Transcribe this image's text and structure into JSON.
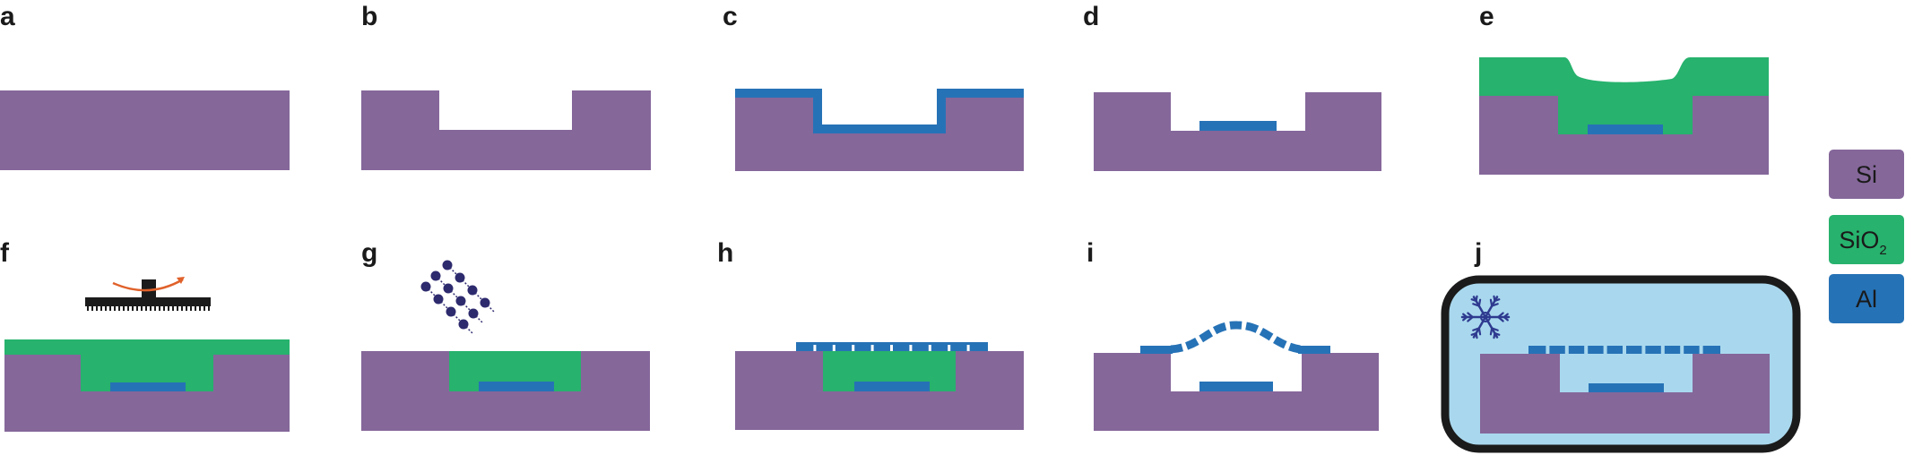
{
  "panels": [
    {
      "label": "a"
    },
    {
      "label": "b"
    },
    {
      "label": "c"
    },
    {
      "label": "d"
    },
    {
      "label": "e"
    },
    {
      "label": "f"
    },
    {
      "label": "g"
    },
    {
      "label": "h"
    },
    {
      "label": "i"
    },
    {
      "label": "j"
    }
  ],
  "legend": {
    "items": [
      {
        "label": "Si",
        "color": "#85679a"
      },
      {
        "label": "SiO",
        "subscript": "2",
        "color": "#27b26d"
      },
      {
        "label": "Al",
        "color": "#2672b6"
      }
    ]
  },
  "colors": {
    "si": "#85679a",
    "sio2": "#27b26d",
    "al": "#2672b6",
    "chamber_fill": "#a9d8ee",
    "chamber_border": "#1b1b1b",
    "ion": "#2d2a6e",
    "arrow": "#e0612a",
    "snowflake": "#2e3a8f"
  },
  "icons": {
    "f": "spin-coater-icon",
    "g": "ion-beam-icon",
    "j": "snowflake-icon"
  }
}
